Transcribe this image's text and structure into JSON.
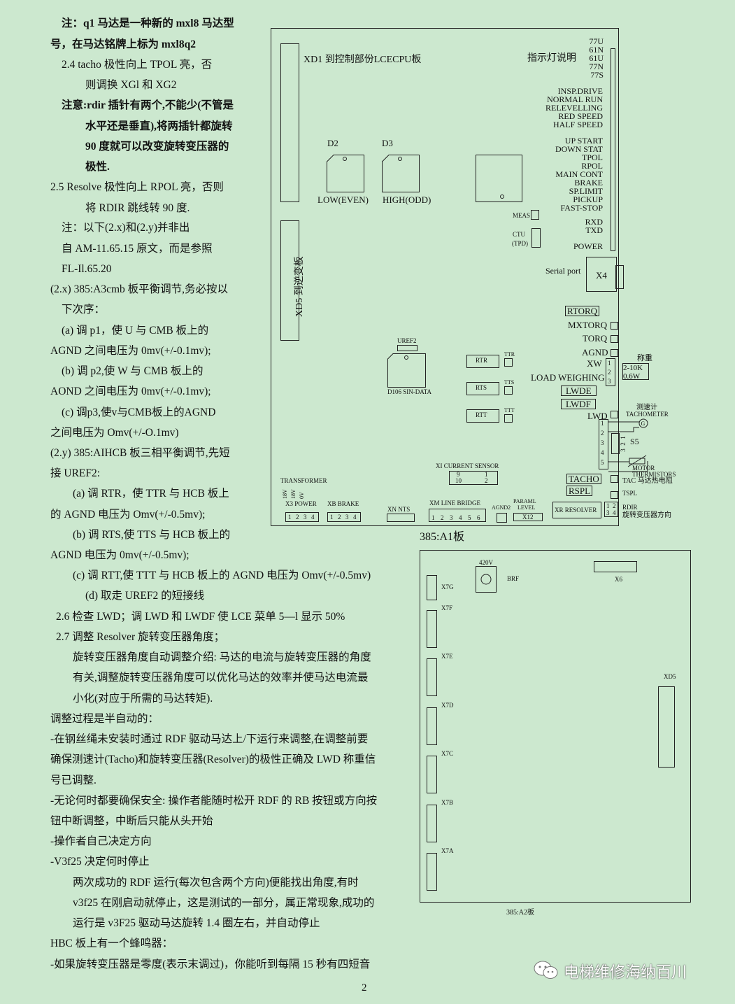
{
  "text": {
    "l1": "注：q1 马达是一种新的 mxl8 马达型",
    "l2": "号，在马达铭牌上标为 mxl8q2",
    "l3": "2.4 tacho 极性向上 TPOL 亮，否",
    "l4": "则调换 XGl 和 XG2",
    "l5": "注意:rdir 插针有两个,不能少(不管是",
    "l6": "水平还是垂直),将两插针都旋转",
    "l7": "90 度就可以改变旋转变压器的",
    "l8": "极性.",
    "l9": "2.5 Resolve 极性向上 RPOL 亮，否则",
    "l10": "将 RDIR 跳线转 90 度.",
    "l11": "注：以下(2.x)和(2.y)并非出",
    "l12": "自 AM-11.65.15 原文，而是参照",
    "l13": "FL-Il.65.20",
    "l14": "(2.x) 385:A3cmb 板平衡调节,务必按以",
    "l15": "下次序：",
    "l16": "(a) 调 p1，使 U 与 CMB 板上的",
    "l17": "AGND 之间电压为 0mv(+/-0.1mv);",
    "l18": "(b) 调 p2,使 W 与 CMB 板上的",
    "l19": "AOND 之间电压为 0mv(+/-0.1mv);",
    "l20": "(c) 调p3,使v与CMB板上的AGND",
    "l21": "之间电压为 Omv(+/-O.1mv)",
    "l22": "(2.y) 385:AIHCB 板三相平衡调节,先短",
    "l23": "接 UREF2:",
    "l24": "(a) 调 RTR，使 TTR 与 HCB 板上",
    "l25": "的 AGND 电压为 Omv(+/-0.5mv);",
    "l26": "(b) 调 RTS,使 TTS 与 HCB 板上的",
    "l27": "AGND 电压为 0mv(+/-0.5mv);",
    "l28": "(c) 调 RTT,使 TTT 与 HCB 板上的 AGND 电压为 Omv(+/-0.5mv)",
    "l29": "(d) 取走 UREF2 的短接线",
    "l30": "2.6 检查 LWD；调 LWD 和 LWDF 使 LCE 菜单 5—l 显示 50%",
    "l31": "2.7 调整 Resolver 旋转变压器角度；",
    "l32": "旋转变压器角度自动调整介绍: 马达的电流与旋转变压器的角度",
    "l33": "有关,调整旋转变压器角度可以优化马达的效率并使马达电流最",
    "l34": "小化(对应于所需的马达转矩).",
    "l35": "调整过程是半自动的：",
    "l36": "-在钢丝绳未安装时通过 RDF 驱动马达上/下运行来调整,在调整前要",
    "l37": "确保测速计(Tacho)和旋转变压器(Resolver)的极性正确及 LWD 称重信",
    "l38": "号已调整.",
    "l39": "-无论何时都要确保安全: 操作者能随时松开 RDF 的 RB 按钮或方向按",
    "l40": "钮中断调整，中断后只能从头开始",
    "l41": "-操作者自己决定方向",
    "l42": "-V3f25 决定何时停止",
    "l43": "两次成功的 RDF 运行(每次包含两个方向)便能找出角度,有时",
    "l44": "v3f25 在刚启动就停止，这是测试的一部分，属正常现象,成功的",
    "l45": "运行是 v3F25 驱动马达旋转 1.4 圈左右，并自动停止",
    "l46": "HBC 板上有一个蜂鸣器：",
    "l47": "-如果旋转变压器是零度(表示末调过)，你能听到每隔 15 秒有四短音"
  },
  "board1": {
    "title": "385:A1板",
    "xd1": "XD1 到控制部份LCECPU板",
    "xd5": "XD5 到逆变板",
    "leds_title": "指示灯说明",
    "top_codes": [
      "77U",
      "61N",
      "61U",
      "77N",
      "77S"
    ],
    "leds": [
      "INSP.DRIVE",
      "NORMAL RUN",
      "RELEVELLING",
      "RED SPEED",
      "HALF SPEED",
      "UP START",
      "DOWN STAT",
      "TPOL",
      "RPOL",
      "MAIN CONT",
      "BRAKE",
      "SP.LIMIT",
      "PICKUP",
      "FAST-STOP",
      "RXD",
      "TXD",
      "POWER"
    ],
    "d2": "D2",
    "d3": "D3",
    "low": "LOW(EVEN)",
    "high": "HIGH(ODD)",
    "meas": "MEAS",
    "ctu1": "CTU",
    "ctu2": "(TPD)",
    "serial": "Serial port",
    "x4": "X4",
    "rtorq": "RTORQ",
    "mxtorq": "MXTORQ",
    "torq": "TORQ",
    "agnd": "AGND",
    "xw": "XW",
    "load": "LOAD WEIGHING",
    "chengzhong": "称重",
    "res1": "2-10K",
    "res2": "0.6W",
    "lwde": "LWDE",
    "lwdf": "LWDF",
    "lwd": "LWD",
    "tacho_cn": "测速计",
    "tachometer": "TACHOMETER",
    "s5": "S5",
    "motor": "MOTOR",
    "therm": "THERMISTORS",
    "tacho": "TACHO",
    "tac_cn": "TAC 马达热电阻",
    "rspl": "RSPL",
    "tspl": "TSPL",
    "rdir": "RDIR",
    "rdir_cn": "旋转变压器方向",
    "uref2": "UREF2",
    "d106": "D106 SIN-DATA",
    "rtr": "RTR",
    "rts": "RTS",
    "rtt": "RTT",
    "ttr": "TTR",
    "tts": "TTS",
    "ttt": "TTT",
    "xi": "XI CURRENT SENSOR",
    "xi_pins": [
      "9",
      "1",
      "10",
      "2"
    ],
    "transformer": "TRANSFORMER",
    "volts": [
      "18V",
      "18V",
      "0V"
    ],
    "x3": "X3 POWER",
    "xb": "XB BRAKE",
    "xn": "XN NTS",
    "xm": "XM LINE BRIDGE",
    "agnd2": "AGND2",
    "param1": "PARAML",
    "param2": "LEVEL",
    "x12": "X12",
    "xr": "XR RESOLVER",
    "p4": [
      "1",
      "2",
      "3",
      "4"
    ],
    "p6": [
      "1",
      "2",
      "3",
      "4",
      "5",
      "6"
    ],
    "p3": [
      "1",
      "2",
      "3"
    ],
    "p5": [
      "1",
      "2",
      "3",
      "4",
      "5"
    ],
    "s5pins": [
      "1",
      "2",
      "3"
    ],
    "rdir_pins": [
      "1",
      "2",
      "3",
      "4"
    ]
  },
  "board2": {
    "caption": "385:A2板",
    "v420": "420V",
    "brf": "BRF",
    "x6": "X6",
    "xd5": "XD5",
    "conns": [
      "X7G",
      "X7F",
      "X7E",
      "X7D",
      "X7C",
      "X7B",
      "X7A"
    ]
  },
  "page_number": "2",
  "watermark": "电梯维修海纳百川"
}
